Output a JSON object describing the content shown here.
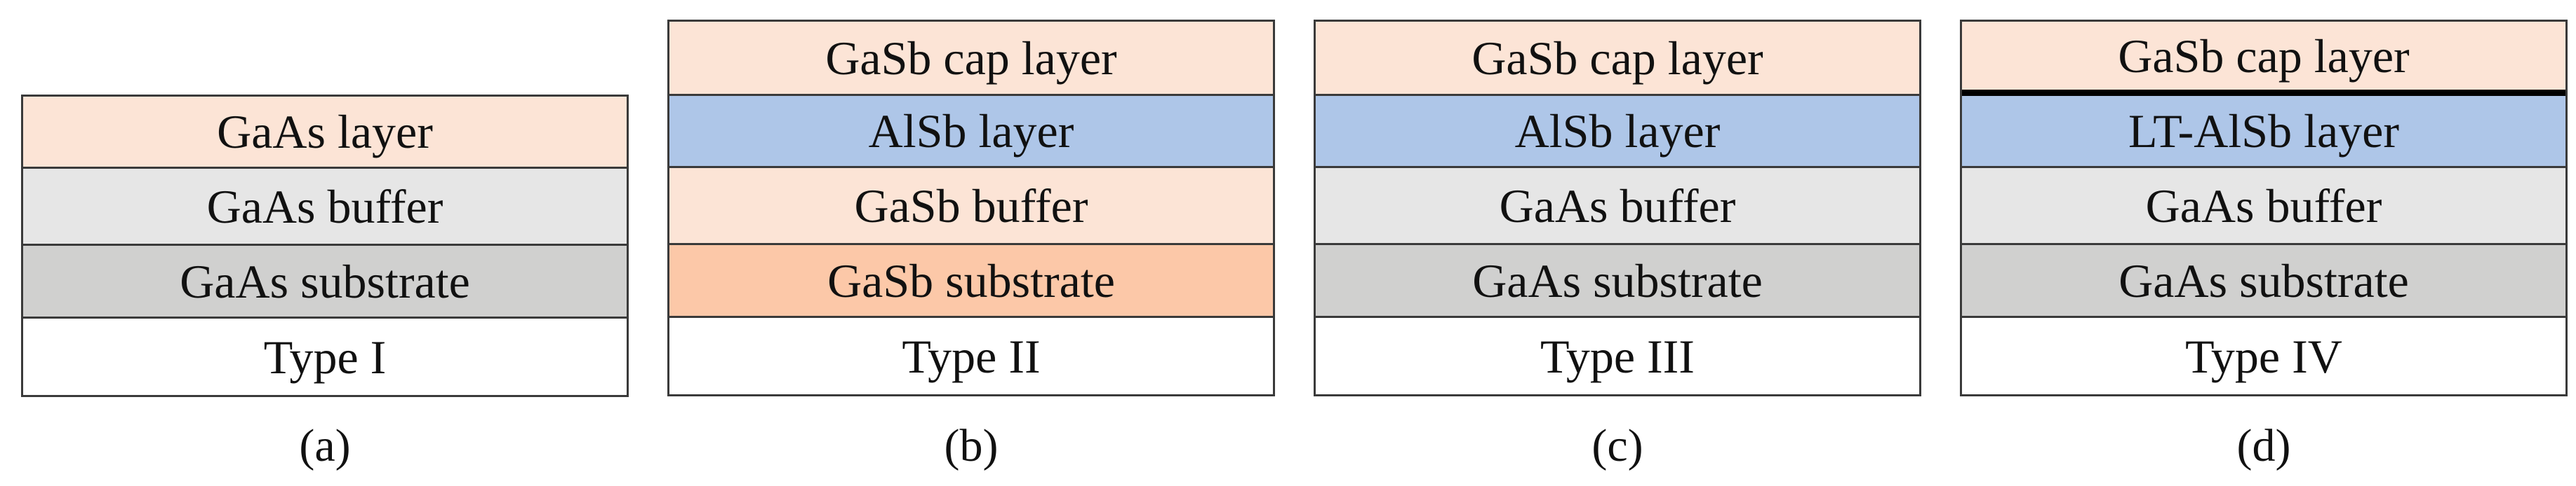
{
  "colors": {
    "gaas_layer": "#fce4d6",
    "gasb_cap": "#fce4d6",
    "alsb": "#aec6e8",
    "gaas_buffer": "#e6e6e6",
    "gaas_substrate": "#d0d0cf",
    "gasb_buffer": "#fce4d6",
    "gasb_substrate": "#fcc8a8",
    "type_row": "#ffffff",
    "border": "#3a3a3a"
  },
  "panels": [
    {
      "caption": "(a)",
      "layers": [
        {
          "label": "GaAs layer",
          "color": "#fce4d6"
        },
        {
          "label": "GaAs buffer",
          "color": "#e6e6e6"
        },
        {
          "label": "GaAs substrate",
          "color": "#d0d0cf"
        },
        {
          "label": "Type I",
          "color": "#ffffff"
        }
      ]
    },
    {
      "caption": "(b)",
      "layers": [
        {
          "label": "GaSb cap layer",
          "color": "#fce4d6"
        },
        {
          "label": "AlSb layer",
          "color": "#aec6e8"
        },
        {
          "label": "GaSb buffer",
          "color": "#fce4d6"
        },
        {
          "label": "GaSb substrate",
          "color": "#fcc8a8"
        },
        {
          "label": "Type II",
          "color": "#ffffff"
        }
      ]
    },
    {
      "caption": "(c)",
      "layers": [
        {
          "label": "GaSb cap layer",
          "color": "#fce4d6"
        },
        {
          "label": "AlSb layer",
          "color": "#aec6e8"
        },
        {
          "label": "GaAs buffer",
          "color": "#e6e6e6"
        },
        {
          "label": "GaAs substrate",
          "color": "#d0d0cf"
        },
        {
          "label": "Type III",
          "color": "#ffffff"
        }
      ]
    },
    {
      "caption": "(d)",
      "layers": [
        {
          "label": "GaSb cap layer",
          "color": "#fce4d6",
          "thick_interface": true
        },
        {
          "label": "LT-AlSb layer",
          "color": "#aec6e8"
        },
        {
          "label": "GaAs buffer",
          "color": "#e6e6e6"
        },
        {
          "label": "GaAs substrate",
          "color": "#d0d0cf"
        },
        {
          "label": "Type IV",
          "color": "#ffffff"
        }
      ]
    }
  ]
}
